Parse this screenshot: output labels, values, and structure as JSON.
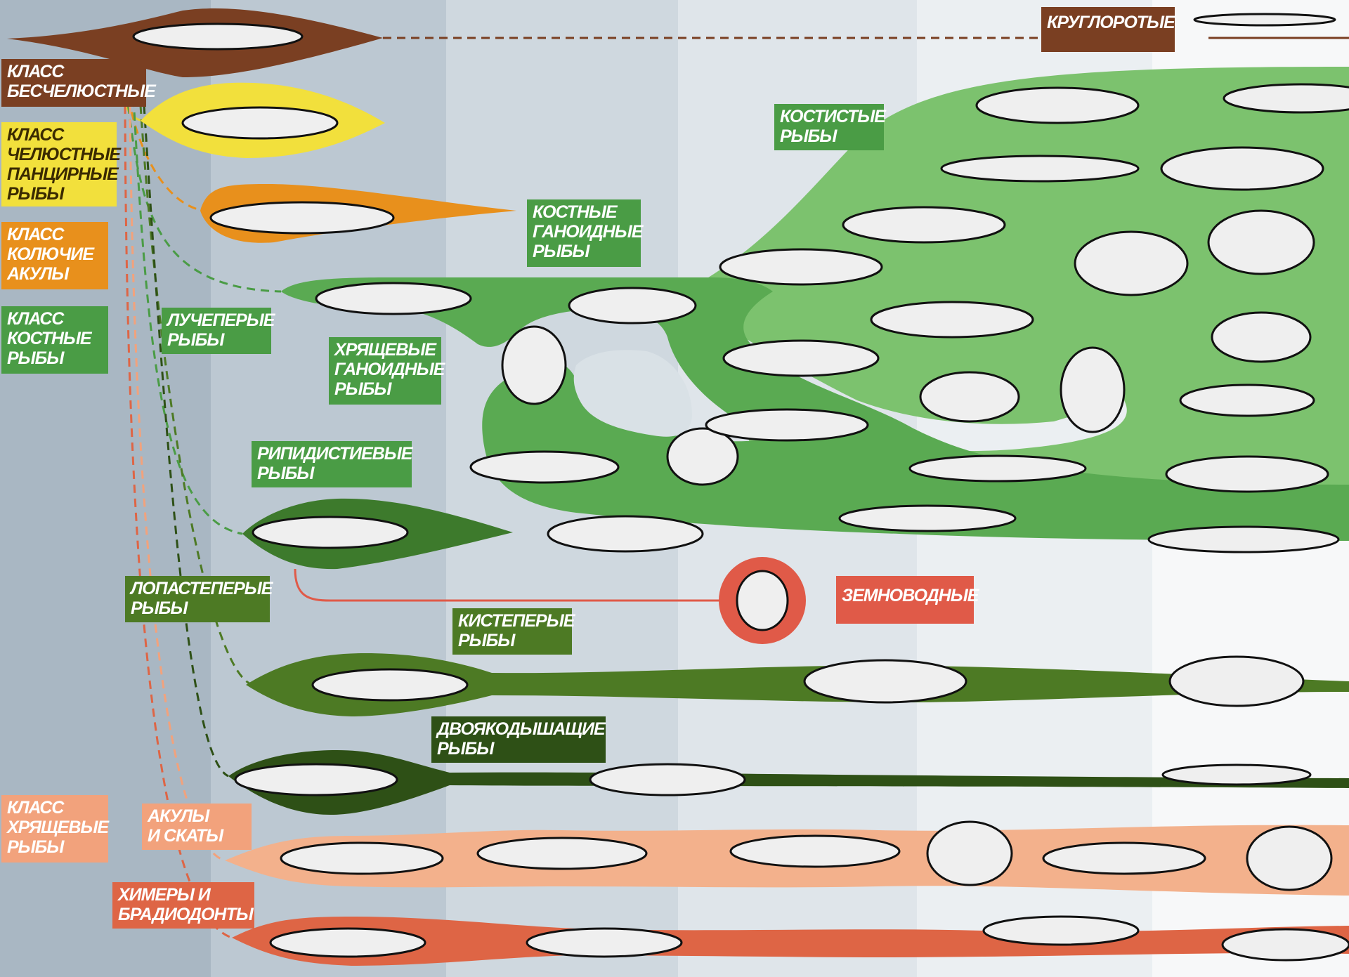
{
  "colors": {
    "agnatha": "#7a3f22",
    "placoderms": "#f2e03c",
    "acanthodians": "#e8901c",
    "bony": "#4a9c45",
    "ray_finned_light": "#7cc26e",
    "ray_finned": "#5aaa52",
    "lobe_finned": "#4d7a24",
    "lungfish": "#2e5016",
    "cartilaginous": "#f2a27c",
    "sharks": "#f3b18c",
    "chimaeras": "#de6545",
    "amphibians": "#e05a48",
    "cyclostomes": "#7a3f22"
  },
  "labels": {
    "class_agnatha": "КЛАСС\nБЕСЧЕЛЮСТНЫЕ",
    "class_placoderms": "КЛАСС\nЧЕЛЮСТНЫЕ\nПАНЦИРНЫЕ\nРЫБЫ",
    "class_acanthodians": "КЛАСС\nКОЛЮЧИЕ\nАКУЛЫ",
    "class_bony": "КЛАСС\nКОСТНЫЕ\nРЫБЫ",
    "ray_finned": "ЛУЧЕПЕРЫЕ\nРЫБЫ",
    "chondrostei": "ХРЯЩЕВЫЕ\nГАНОИДНЫЕ\nРЫБЫ",
    "holostei": "КОСТНЫЕ\nГАНОИДНЫЕ\nРЫБЫ",
    "teleostei": "КОСТИСТЫЕ\nРЫБЫ",
    "rhipidistia": "РИПИДИСТИЕВЫЕ\nРЫБЫ",
    "sarcopterygii": "ЛОПАСТЕПЕРЫЕ\nРЫБЫ",
    "crossopterygii": "КИСТЕПЕРЫЕ\nРЫБЫ",
    "dipnoi": "ДВОЯКОДЫШАЩИЕ\nРЫБЫ",
    "amphibians": "ЗЕМНОВОДНЫЕ",
    "cyclostomes": "КРУГЛОРОТЫЕ",
    "class_cartilaginous": "КЛАСС\nХРЯЩЕВЫЕ\nРЫБЫ",
    "sharks_rays": "АКУЛЫ\nИ СКАТЫ",
    "chimaeras": "ХИМЕРЫ И\nБРАДИОДОНТЫ"
  }
}
